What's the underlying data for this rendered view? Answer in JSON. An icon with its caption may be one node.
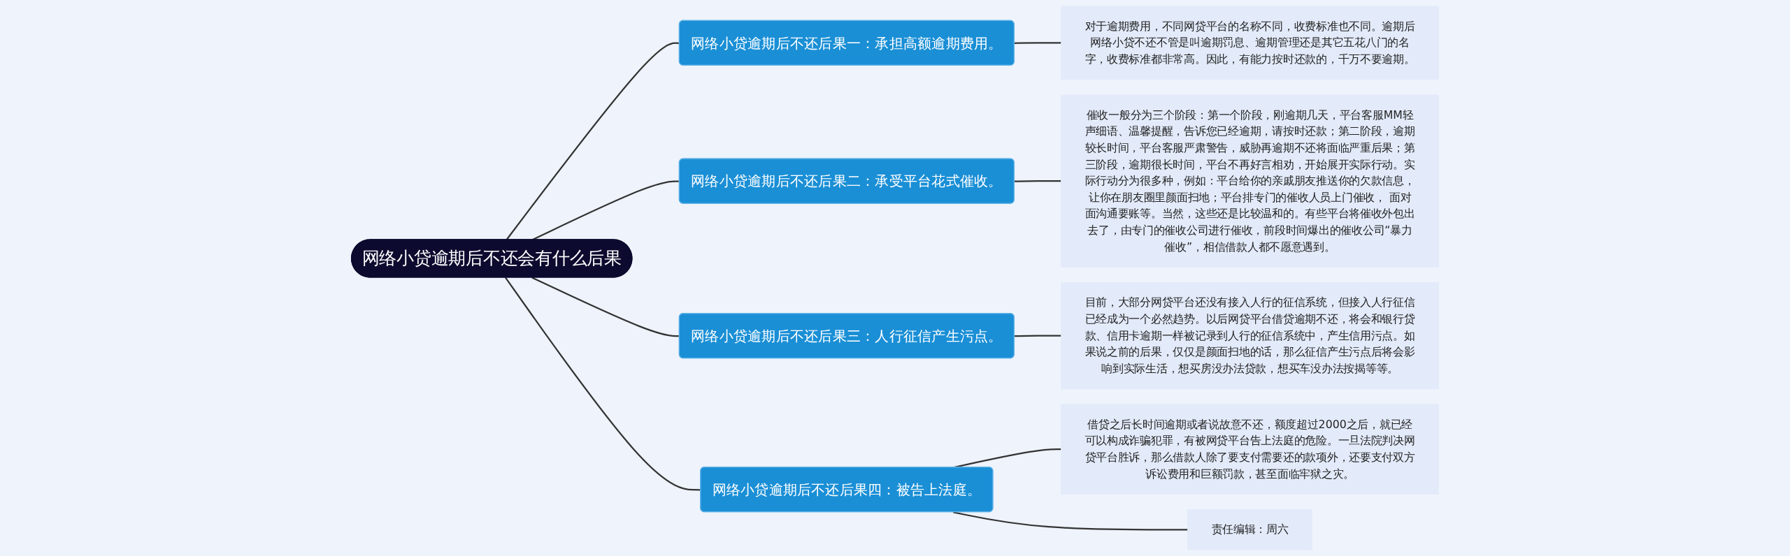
{
  "diagram": {
    "nodes": [
      {
        "text": [
          "网络小贷逾期后不还会有什么后果"
        ]
      },
      {
        "text": [
          "网络小贷逾期后不还后果一：承担高额逾期费用。"
        ]
      },
      {
        "text": [
          "对于逾期费用，不同网贷平台的名称不同，收费标准也不同。逾期后网络小贷不还不管是叫逾期罚息、逾期管理还是其它五花八门的名字，收费标准都非常高。因此，有能力按时还款的，千万不要逾期。"
        ]
      },
      {
        "text": [
          "网络小贷逾期后不还后果二：承受平台花式催收。"
        ]
      },
      {
        "text": [
          "催收一般分为三个阶段：第一个阶段，刚逾期几天，平台客服MM轻声细语、温馨提醒，告诉您已经逾期，请按时还款；第二阶段，逾期较长时间，平台客服严肃警告，威胁再逾期不还将面临严重后果；第三阶段，逾期很长时间，平台不再好言相劝，开始展开实际行动。实际行动分为很多种，例如：平台给你的亲戚朋友推送你的欠款信息，让你在朋友圈里颜面扫地；平台排专门的催收人员上门催收， 面对面沟通要账等。当然，这些还是比较温和的。有些平台将催收外包出去了，由专门的催收公司进行催收，前段时间爆出的催收公司“暴力催收”，相信借款人都不愿意遇到。"
        ]
      },
      {
        "text": [
          "网络小贷逾期后不还后果三：人行征信产生污点。"
        ]
      },
      {
        "text": [
          "目前，大部分网贷平台还没有接入人行的征信系统，但接入人行征信已经成为一个必然趋势。以后网贷平台借贷逾期不还，将会和银行贷款、信用卡逾期一样被记录到人行的征信系统中，产生信用污点。如果说之前的后果，仅仅是颜面扫地的话，那么征信产生污点后将会影响到实际生活，想买房没办法贷款，想买车没办法按揭等等。"
        ]
      },
      {
        "text": [
          "网络小贷逾期后不还后果四：被告上法庭。"
        ]
      },
      {
        "text": [
          "借贷之后长时间逾期或者说故意不还，额度超过2000之后，就已经可以构成诈骗犯罪，有被网贷平台告上法庭的危险。一旦法院判决网贷平台胜诉，那么借款人除了要支付需要还的款项外，还要支付双方诉讼费用和巨额罚款，甚至面临牢狱之灾。"
        ]
      },
      {
        "text": [
          "责任编辑：周六"
        ]
      }
    ],
    "edges": [
      {
        "from": 0,
        "to": 1,
        "arrow": "none"
      },
      {
        "from": 1,
        "to": 2,
        "arrow": "none"
      },
      {
        "from": 0,
        "to": 3,
        "arrow": "none"
      },
      {
        "from": 3,
        "to": 4,
        "arrow": "none"
      },
      {
        "from": 0,
        "to": 5,
        "arrow": "none"
      },
      {
        "from": 5,
        "to": 6,
        "arrow": "none"
      },
      {
        "from": 0,
        "to": 7,
        "arrow": "none"
      },
      {
        "from": 7,
        "to": 8,
        "arrow": "none"
      },
      {
        "from": 7,
        "to": 9,
        "arrow": "none"
      }
    ]
  }
}
